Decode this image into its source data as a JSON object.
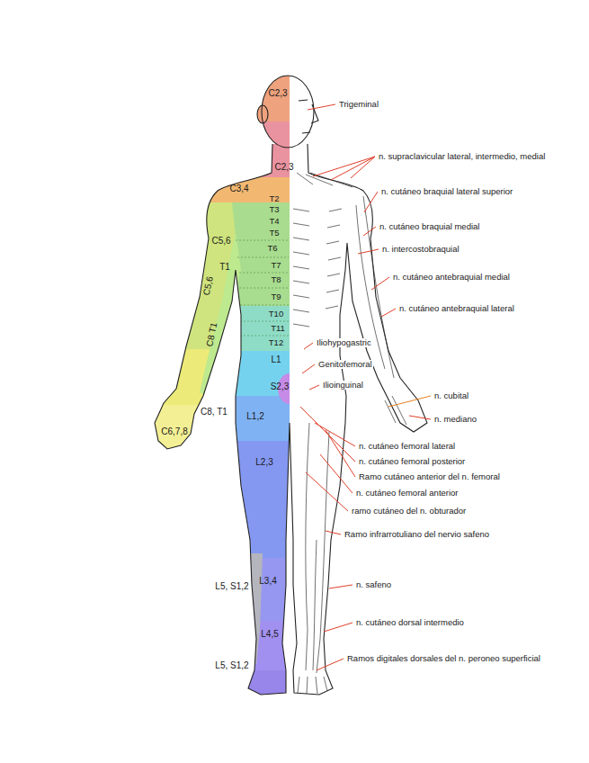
{
  "diagram": {
    "labels": [
      "C2,3",
      "Trigeminal",
      "C2,3",
      "n. supraclavicular lateral, intermedio, medial",
      "C3,4",
      "T2",
      "n. cutáneo braquial lateral superior",
      "T3",
      "T4",
      "n. cutáneo braquial medial",
      "T5",
      "C5,6",
      "T6",
      "n. intercostobraquial",
      "T1",
      "T7",
      "n. cutáneo antebraquial medial",
      "T8",
      "T9",
      "n. cutáneo antebraquial lateral",
      "C5,6",
      "T10",
      "T11",
      "C8 T1",
      "T12",
      "Iliohypogastric",
      "L1",
      "Genitofemoral",
      "Ilioinguinal",
      "S2,3",
      "n. cubital",
      "C8, T1",
      "n. mediano",
      "C6,7,8",
      "L1,2",
      "n. cutáneo femoral lateral",
      "n. cutáneo femoral posterior",
      "L2,3",
      "Ramo cutáneo anterior del n. femoral",
      "n. cutáneo femoral anterior",
      "ramo cutáneo del n. obturador",
      "Ramo infrarrotuliano del nervio safeno",
      "L3,4",
      "n. safeno",
      "L5, S1,2",
      "L4,5",
      "n. cutáneo dorsal intermedio",
      "Ramos digitales dorsales del n. peroneo superficial",
      "L5, S1,2"
    ]
  }
}
